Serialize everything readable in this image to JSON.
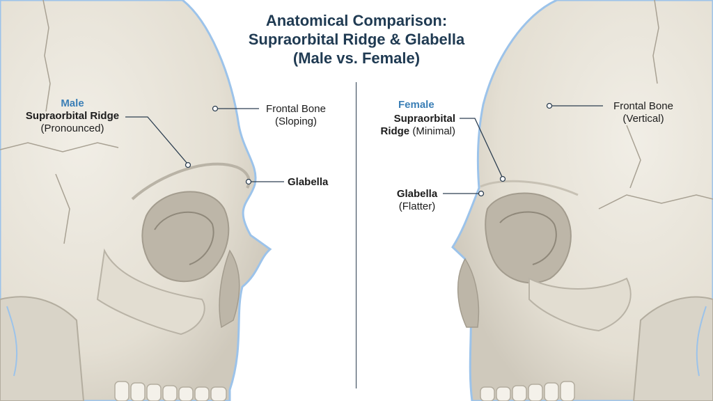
{
  "title": {
    "line1": "Anatomical Comparison:",
    "line2": "Supraorbital Ridge & Glabella",
    "line3": "(Male vs. Female)"
  },
  "male": {
    "sex": "Male",
    "ridge_title": "Supraorbital Ridge",
    "ridge_note": "(Pronounced)",
    "frontal_title": "Frontal Bone",
    "frontal_note": "(Sloping)",
    "glabella_title": "Glabella"
  },
  "female": {
    "sex": "Female",
    "ridge_title_1": "Supraorbital",
    "ridge_title_2": "Ridge",
    "ridge_note": "(Minimal)",
    "frontal_title": "Frontal Bone",
    "frontal_note": "(Vertical)",
    "glabella_title": "Glabella",
    "glabella_note": "(Flatter)"
  },
  "colors": {
    "title": "#1f3a52",
    "accent": "#3b7fb6",
    "bone": "#e9e5da",
    "bone_shadow": "#b9b3a6",
    "outline_glow": "#9cc3ea",
    "leader": "#2c3e50"
  }
}
